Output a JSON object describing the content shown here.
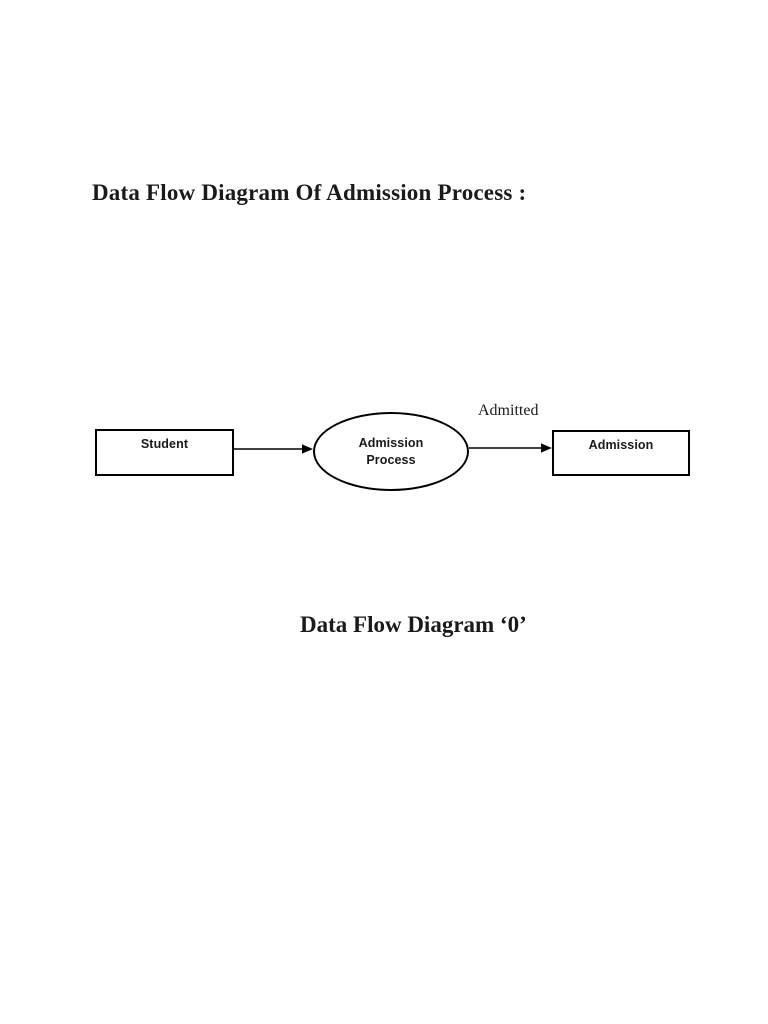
{
  "document": {
    "heading": "Data Flow Diagram Of Admission Process :",
    "caption": "Data Flow Diagram ‘0’"
  },
  "diagram": {
    "type": "data-flow-diagram",
    "nodes": [
      {
        "id": "student",
        "shape": "rectangle",
        "label": "Student"
      },
      {
        "id": "admission-process",
        "shape": "ellipse",
        "label": "Admission Process",
        "label_lines": [
          "Admission",
          "Process"
        ]
      },
      {
        "id": "admission",
        "shape": "rectangle",
        "label": "Admission"
      }
    ],
    "edges": [
      {
        "from": "student",
        "to": "admission-process",
        "label": ""
      },
      {
        "from": "admission-process",
        "to": "admission",
        "label": "Admitted"
      }
    ],
    "colors": {
      "stroke": "#000000",
      "fill": "#ffffff",
      "text": "#1a1a1a",
      "page_background": "#ffffff"
    }
  }
}
